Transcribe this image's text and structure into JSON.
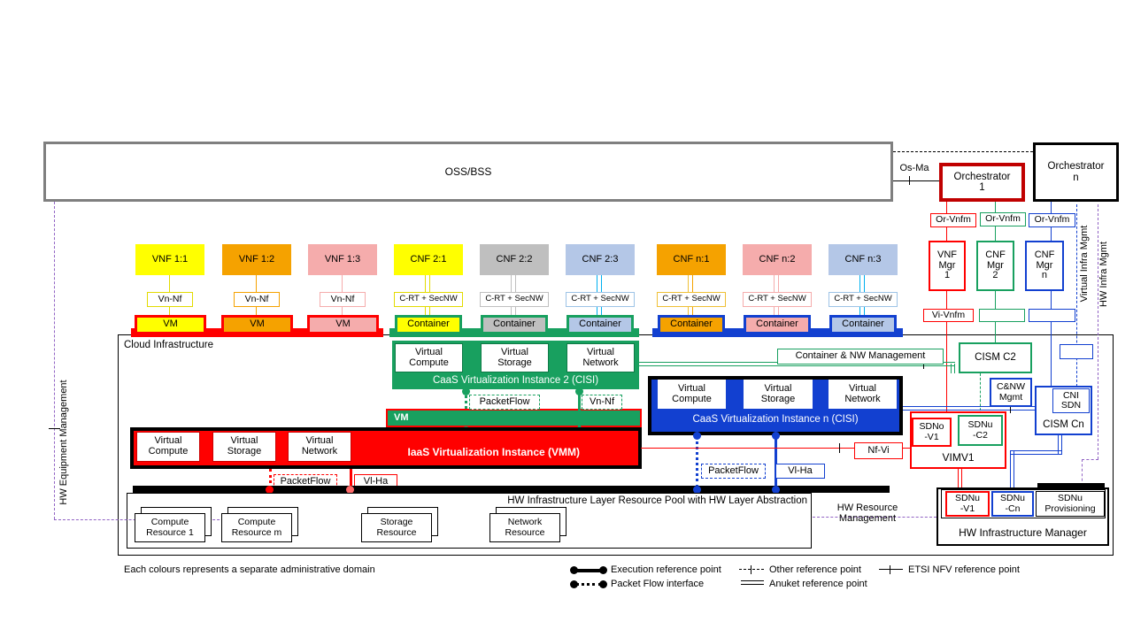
{
  "colors": {
    "red": "#FF0000",
    "dark_red": "#C00000",
    "green": "#18A05F",
    "blue": "#1240D0",
    "yellow": "#FFFF00",
    "orange": "#F5A200",
    "pink": "#F5ACAC",
    "light_blue": "#B4C7E7",
    "gray": "#BFBFBF",
    "cyan": "#00B0F0",
    "purple_dash": "#9163C4",
    "oss_border": "#7F7F7F"
  },
  "oss_bss": "OSS/BSS",
  "os_ma": "Os-Ma",
  "orchestrator_1": "Orchestrator\n1",
  "orchestrator_n": "Orchestrator\nn",
  "or_vnfm": [
    "Or-Vnfm",
    "Or-Vnfm",
    "Or-Vnfm"
  ],
  "managers": [
    "VNF\nMgr\n1",
    "CNF\nMgr\n2",
    "CNF\nMgr\nn"
  ],
  "vi_vnfm": "Vi-Vnfm",
  "side": {
    "virtual_infra": "Virtual Infra Mgmt",
    "hw_infra": "HW Infra Mgmt",
    "hw_equipment": "HW Equipment Management",
    "hw_resource": "HW Resource\nManagement"
  },
  "nf": [
    {
      "label": "VNF 1:1",
      "iface": "Vn-Nf"
    },
    {
      "label": "VNF 1:2",
      "iface": "Vn-Nf"
    },
    {
      "label": "VNF 1:3",
      "iface": "Vn-Nf"
    },
    {
      "label": "CNF 2:1",
      "iface": "C-RT + SecNW"
    },
    {
      "label": "CNF 2:2",
      "iface": "C-RT + SecNW"
    },
    {
      "label": "CNF 2:3",
      "iface": "C-RT + SecNW"
    },
    {
      "label": "CNF n:1",
      "iface": "C-RT + SecNW"
    },
    {
      "label": "CNF n:2",
      "iface": "C-RT + SecNW"
    },
    {
      "label": "CNF n:3",
      "iface": "C-RT + SecNW"
    }
  ],
  "runtime": [
    "VM",
    "VM",
    "VM",
    "Container",
    "Container",
    "Container",
    "Container",
    "Container",
    "Container"
  ],
  "cloud_label": "Cloud  Infrastructure",
  "caas2": {
    "units": [
      "Virtual\nCompute",
      "Virtual\nStorage",
      "Virtual\nNetwork"
    ],
    "title": "CaaS Virtualization Instance 2 (CISI)",
    "packetflow": "PacketFlow",
    "vn_nf": "Vn-Nf",
    "vm": "VM"
  },
  "caasn": {
    "units": [
      "Virtual\nCompute",
      "Virtual\nStorage",
      "Virtual\nNetwork"
    ],
    "title": "CaaS Virtualization Instance n (CISI)",
    "packetflow": "PacketFlow",
    "vl_ha": "Vl-Ha"
  },
  "iaas": {
    "units": [
      "Virtual\nCompute",
      "Virtual\nStorage",
      "Virtual\nNetwork"
    ],
    "title": "IaaS Virtualization Instance (VMM)",
    "packetflow": "PacketFlow",
    "vl_ha": "Vl-Ha"
  },
  "mgmt_right": {
    "container_nw": "Container & NW  Management",
    "cism_c2": "CISM C2",
    "cnw": "C&NW\nMgmt",
    "cni_sdn": "CNI\nSDN",
    "cism_cn": "CISM Cn",
    "sdno_v1": "SDNo\n-V1",
    "sdnu_c2": "SDNu\n-C2",
    "vim": "VIMV1",
    "nf_vi": "Nf-Vi"
  },
  "pool": {
    "title": "HW Infrastructure Layer Resource Pool with HW Layer Abstraction",
    "resources": [
      "Compute\nResource 1",
      "Compute\nResource m",
      "Storage\nResource",
      "Network\nResource"
    ]
  },
  "hw_mgr": {
    "sdnu_v1": "SDNu\n-V1",
    "sdnu_cn": "SDNu\n-Cn",
    "sdnu_prov": "SDNu\nProvisioning",
    "title": "HW Infrastructure Manager"
  },
  "footnote": "Each colours represents a separate administrative domain",
  "legend": {
    "execution": "Execution reference point",
    "packet": "Packet Flow interface",
    "other": "Other reference point",
    "anuket": "Anuket reference point",
    "etsi": "ETSI NFV reference point"
  }
}
